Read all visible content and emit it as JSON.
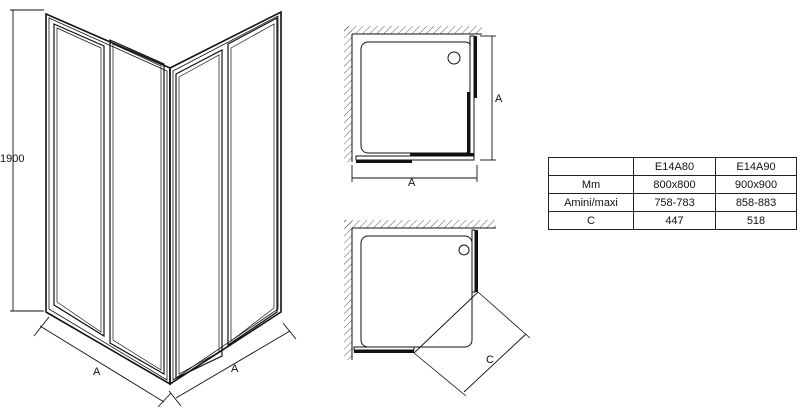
{
  "labels": {
    "height": "1900",
    "front_width_a": "A",
    "side_width_a": "A",
    "plan_top_width_a": "A",
    "plan_top_depth_a": "A",
    "plan_bottom_c": "C"
  },
  "spec_table": {
    "headers": [
      "",
      "E14A80",
      "E14A90"
    ],
    "rows": [
      [
        "Mm",
        "800x800",
        "900x900"
      ],
      [
        "Amini/maxi",
        "758-783",
        "858-883"
      ],
      [
        "C",
        "447",
        "518"
      ]
    ]
  }
}
